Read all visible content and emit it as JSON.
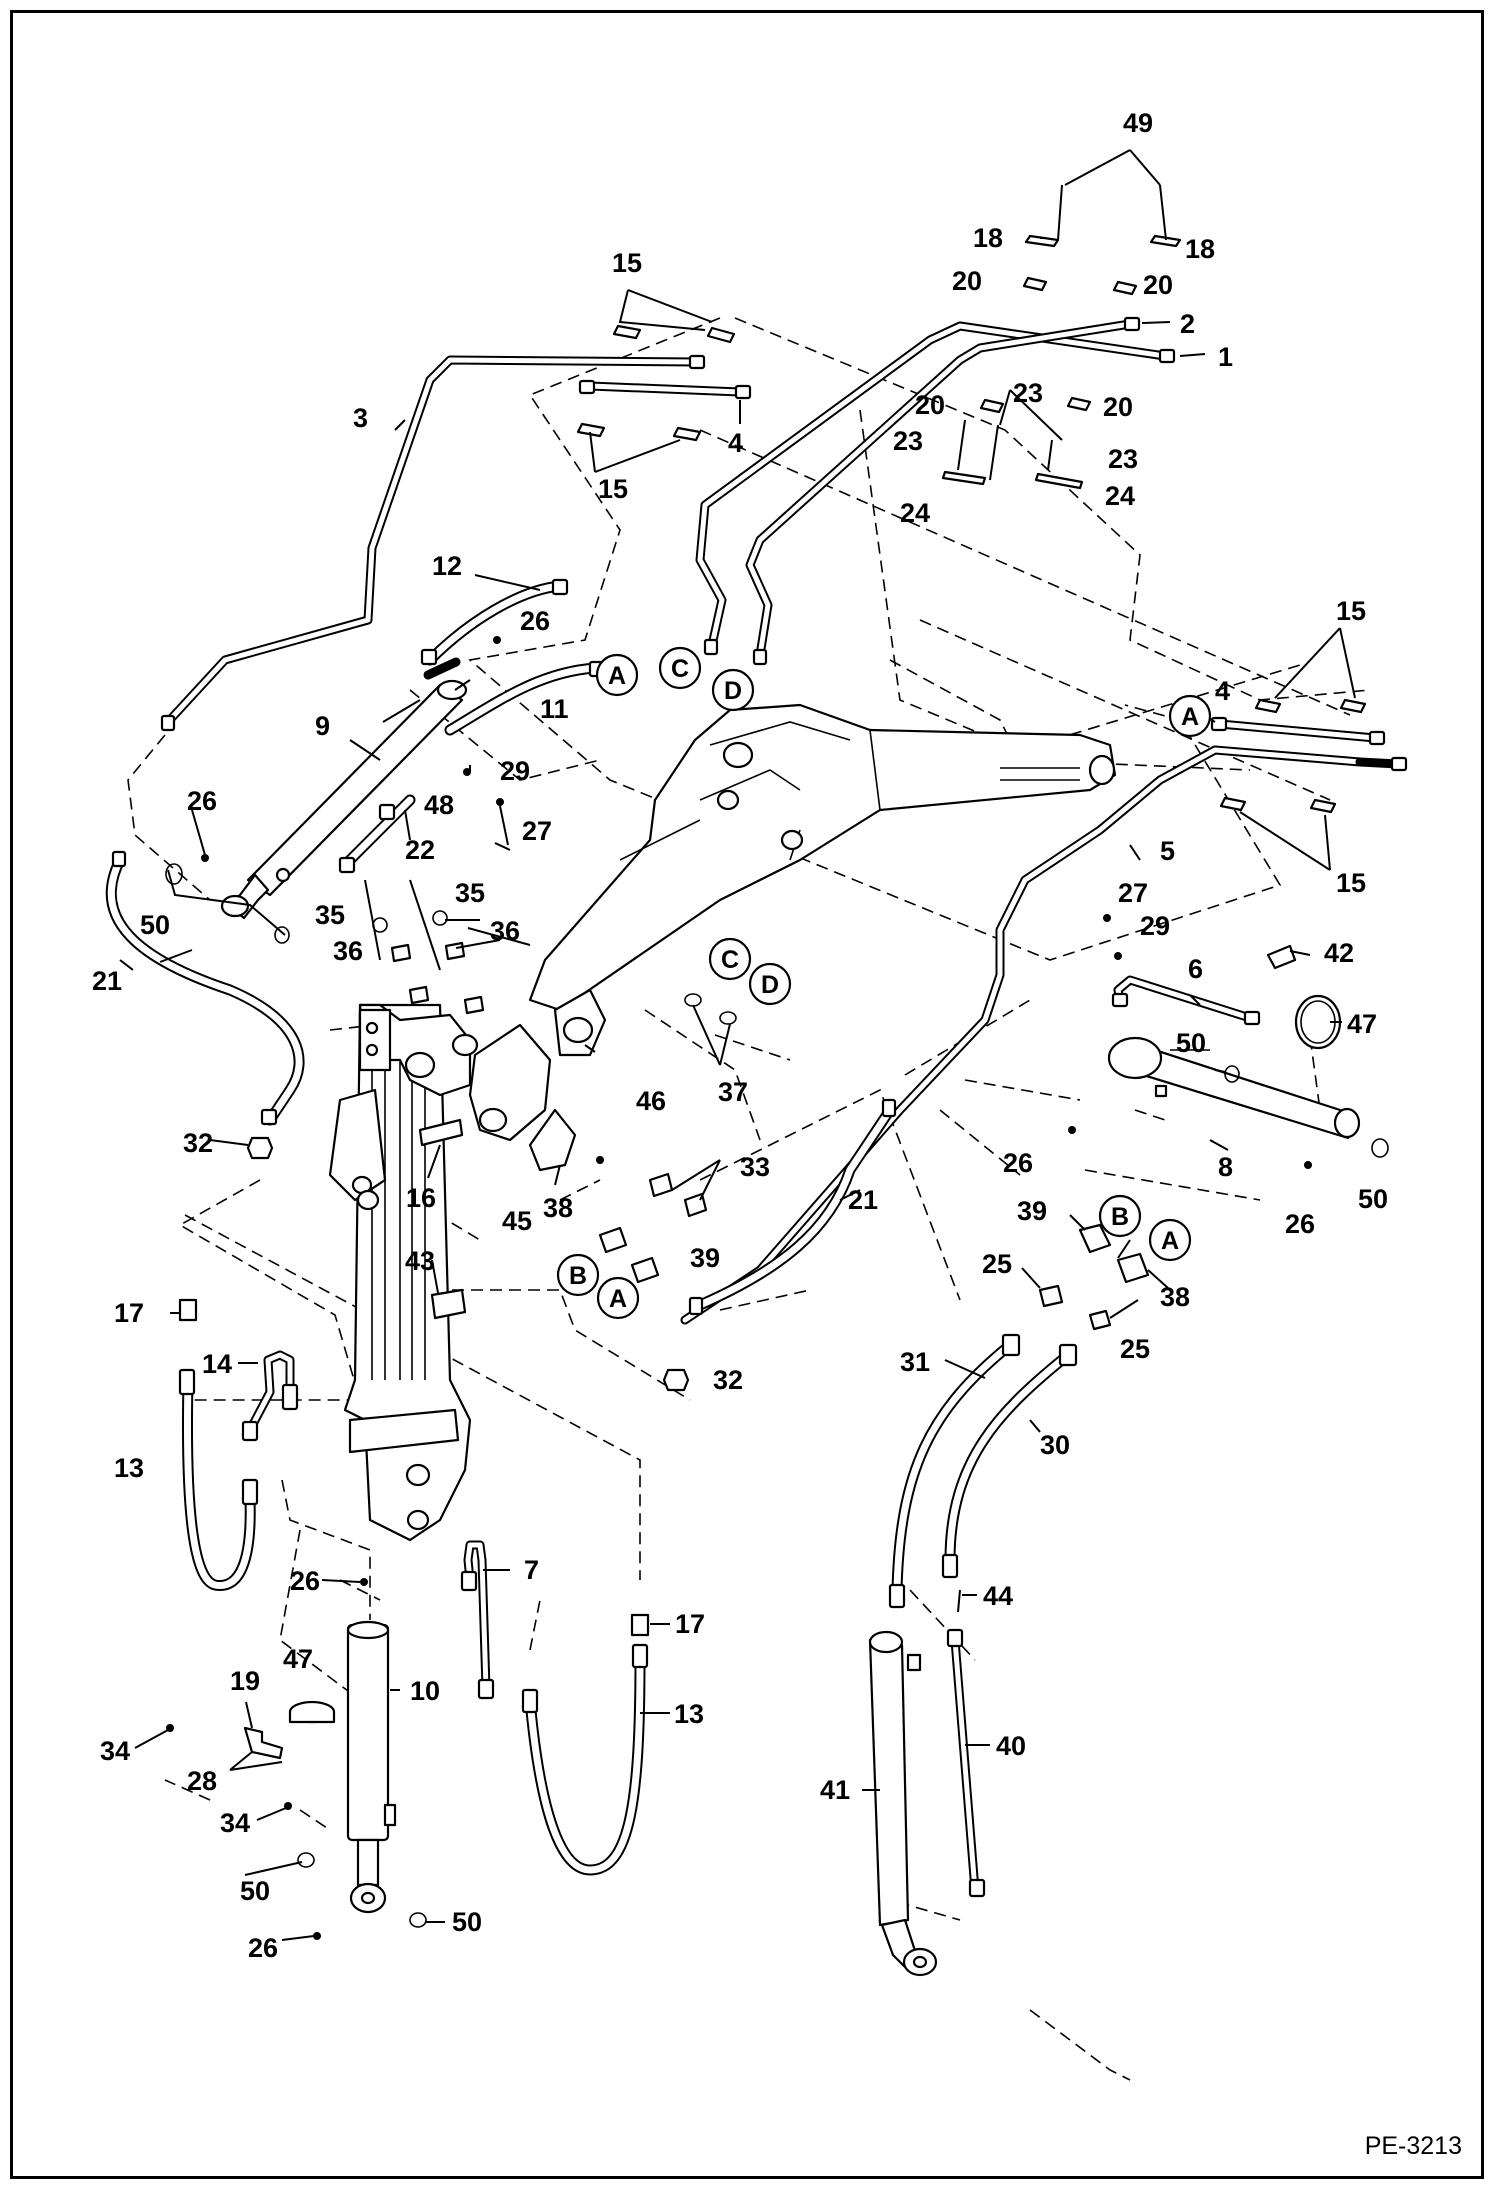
{
  "drawing": {
    "number": "PE-3213",
    "callouts": [
      "1",
      "2",
      "3",
      "4",
      "4",
      "5",
      "6",
      "7",
      "8",
      "9",
      "10",
      "11",
      "12",
      "13",
      "13",
      "14",
      "15",
      "15",
      "15",
      "15",
      "16",
      "17",
      "17",
      "18",
      "18",
      "19",
      "20",
      "20",
      "20",
      "20",
      "21",
      "21",
      "22",
      "23",
      "23",
      "23",
      "24",
      "24",
      "25",
      "25",
      "26",
      "26",
      "26",
      "26",
      "26",
      "26",
      "27",
      "27",
      "28",
      "29",
      "29",
      "30",
      "31",
      "32",
      "32",
      "33",
      "34",
      "34",
      "35",
      "35",
      "36",
      "36",
      "37",
      "38",
      "38",
      "39",
      "39",
      "40",
      "41",
      "42",
      "43",
      "44",
      "45",
      "46",
      "47",
      "47",
      "48",
      "49",
      "50",
      "50",
      "50",
      "50",
      "50"
    ],
    "reference_markers": [
      "A",
      "A",
      "A",
      "A",
      "B",
      "B",
      "C",
      "C",
      "D",
      "D"
    ]
  }
}
